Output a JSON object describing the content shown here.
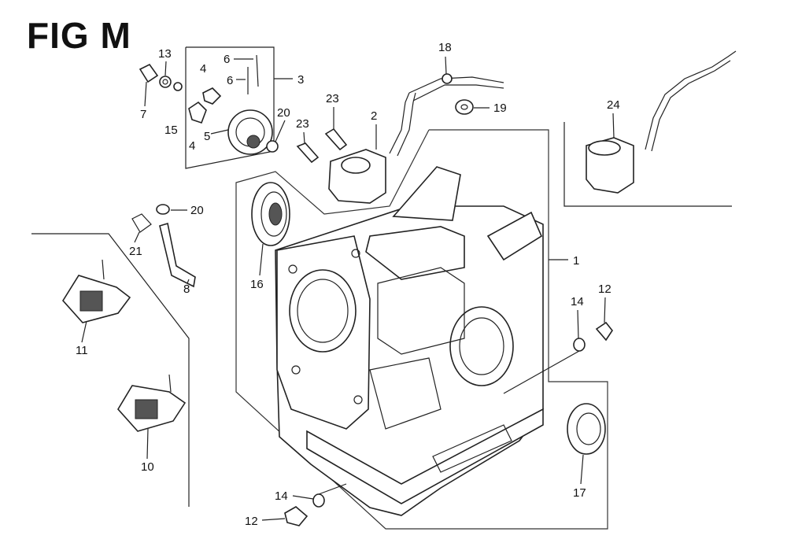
{
  "figure": {
    "title": "FIG M"
  },
  "callouts": {
    "p1": "1",
    "p2": "2",
    "p3": "3",
    "p4a": "4",
    "p4b": "4",
    "p5": "5",
    "p6a": "6",
    "p6b": "6",
    "p7": "7",
    "p8": "8",
    "p10": "10",
    "p11": "11",
    "p12a": "12",
    "p12b": "12",
    "p13": "13",
    "p14a": "14",
    "p14b": "14",
    "p15": "15",
    "p16": "16",
    "p17": "17",
    "p18": "18",
    "p19": "19",
    "p20a": "20",
    "p20b": "20",
    "p21": "21",
    "p23a": "23",
    "p23b": "23",
    "p24": "24"
  }
}
